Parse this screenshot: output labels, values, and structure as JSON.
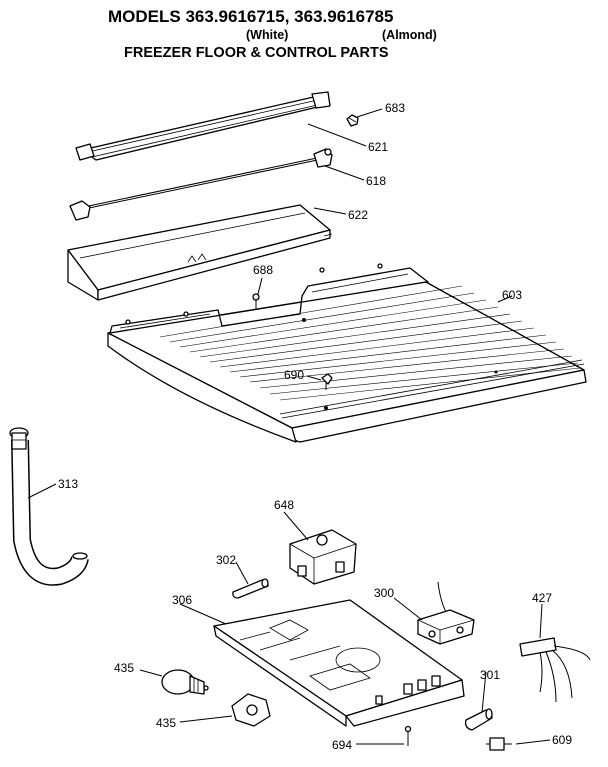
{
  "header": {
    "models_line": "MODELS 363.9616715, 363.9616785",
    "white_label": "(White)",
    "almond_label": "(Almond)",
    "section_title": "FREEZER FLOOR & CONTROL PARTS"
  },
  "parts": {
    "p683": "683",
    "p621": "621",
    "p618": "618",
    "p622": "622",
    "p688": "688",
    "p603": "603",
    "p690": "690",
    "p313": "313",
    "p648": "648",
    "p302": "302",
    "p306": "306",
    "p300": "300",
    "p427": "427",
    "p435a": "435",
    "p435b": "435",
    "p301": "301",
    "p694": "694",
    "p609": "609"
  }
}
